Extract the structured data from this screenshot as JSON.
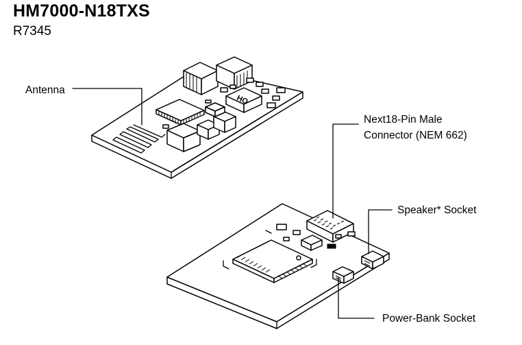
{
  "header": {
    "title": "HM7000-N18TXS",
    "subtitle": "R7345"
  },
  "labels": {
    "antenna": "Antenna",
    "connector_line1": "Next18-Pin Male",
    "connector_line2": "Connector (NEM 662)",
    "speaker_socket": "Speaker* Socket",
    "power_bank_socket": "Power-Bank Socket"
  },
  "colors": {
    "ink": "#000000",
    "paper": "#ffffff"
  }
}
